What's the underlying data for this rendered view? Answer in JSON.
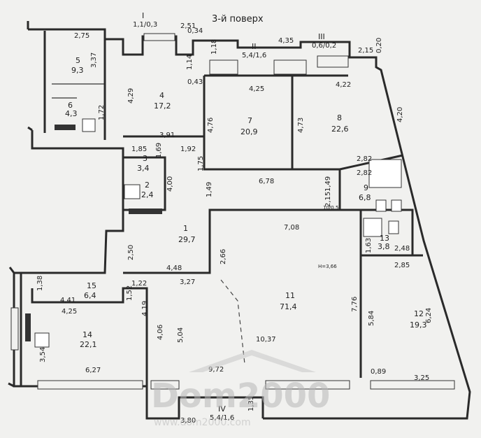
{
  "plan": {
    "title": "3-й поверх",
    "watermark": {
      "brand": "Dom2000",
      "site": "www.dom2000.com"
    },
    "ceiling_height": "H=3,66",
    "rooms": [
      {
        "id": "r1",
        "number": "1",
        "area": "29,7"
      },
      {
        "id": "r2",
        "number": "2",
        "area": "2,4"
      },
      {
        "id": "r3",
        "number": "3",
        "area": "3,4"
      },
      {
        "id": "r4",
        "number": "4",
        "area": "17,2"
      },
      {
        "id": "r5",
        "number": "5",
        "area": "9,3"
      },
      {
        "id": "r6",
        "number": "6",
        "area": "4,3"
      },
      {
        "id": "r7",
        "number": "7",
        "area": "20,9"
      },
      {
        "id": "r8",
        "number": "8",
        "area": "22,6"
      },
      {
        "id": "r9",
        "number": "9",
        "area": "6,8"
      },
      {
        "id": "r11",
        "number": "11",
        "area": "71,4"
      },
      {
        "id": "r12",
        "number": "12",
        "area": "19,3"
      },
      {
        "id": "r13",
        "number": "13",
        "area": "3,8"
      },
      {
        "id": "r14",
        "number": "14",
        "area": "22,1"
      },
      {
        "id": "r15",
        "number": "15",
        "area": "6,4"
      },
      {
        "id": "b1",
        "number": "I",
        "area": "1,1/0,3"
      },
      {
        "id": "b2",
        "number": "II",
        "area": "5,4/1,6"
      },
      {
        "id": "b3",
        "number": "III",
        "area": "0,6/0,2"
      },
      {
        "id": "b4",
        "number": "IV",
        "area": "5,4/1,6"
      }
    ],
    "room10": "10/0,5",
    "dimensions": [
      "2,75",
      "3,37",
      "1,72",
      "2,51",
      "0,34",
      "1,18",
      "4,35",
      "2,15",
      "0,20",
      "1,14",
      "0,43",
      "4,29",
      "4,25",
      "4,76",
      "4,73",
      "4,22",
      "4,20",
      "3,91",
      "1,85",
      "1,69",
      "1,92",
      "4,00",
      "1,75",
      "2,82",
      "2,82",
      "1,49",
      "6,78",
      "1,49",
      "2,15",
      "7,08",
      "1,63",
      "2,48",
      "2,66",
      "2,50",
      "2,85",
      "4,48",
      "1,38",
      "1,22",
      "3,27",
      "1,52",
      "4,41",
      "4,25",
      "4,19",
      "7,76",
      "5,84",
      "6,24",
      "4,06",
      "5,04",
      "10,37",
      "3,54",
      "6,27",
      "9,72",
      "0,89",
      "3,25",
      "1,35",
      "3,80"
    ]
  }
}
